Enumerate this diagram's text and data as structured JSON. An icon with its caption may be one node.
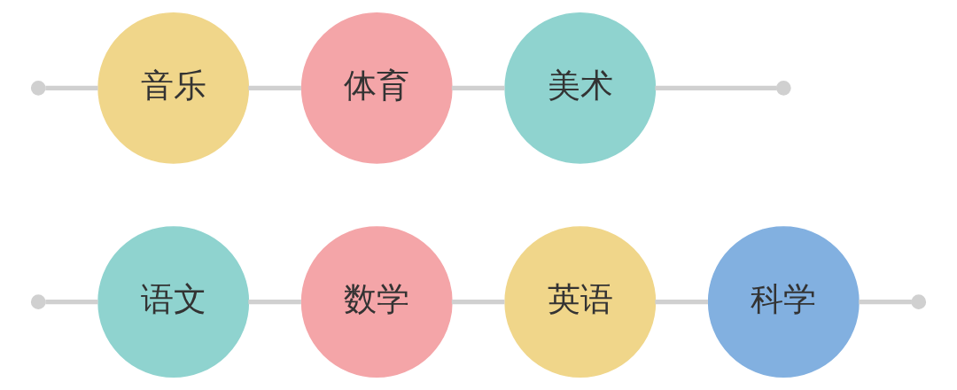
{
  "diagram": {
    "nodes": [
      {
        "text": [],
        "shape": "circle"
      },
      {
        "text": [
          "语文"
        ]
      },
      {
        "text": [
          "数学"
        ]
      },
      {
        "text": [
          "英语"
        ]
      },
      {
        "text": [
          "科学"
        ]
      },
      {
        "text": [],
        "shape": "circle"
      },
      {
        "text": [],
        "shape": "circle"
      },
      {
        "text": [
          "音乐"
        ]
      },
      {
        "text": [
          "体育"
        ]
      },
      {
        "text": [
          "美术"
        ]
      },
      {
        "text": [],
        "shape": "circle"
      }
    ],
    "edges": [
      {
        "from": 0,
        "to": 1,
        "arrow": "none"
      },
      {
        "from": 1,
        "to": 2,
        "arrow": "none"
      },
      {
        "from": 2,
        "to": 3,
        "arrow": "none"
      },
      {
        "from": 3,
        "to": 4,
        "arrow": "none"
      },
      {
        "from": 4,
        "to": 5,
        "arrow": "none"
      },
      {
        "from": 6,
        "to": 7,
        "arrow": "none"
      },
      {
        "from": 7,
        "to": 8,
        "arrow": "none"
      },
      {
        "from": 8,
        "to": 9,
        "arrow": "none"
      },
      {
        "from": 9,
        "to": 10,
        "arrow": "none"
      }
    ]
  }
}
